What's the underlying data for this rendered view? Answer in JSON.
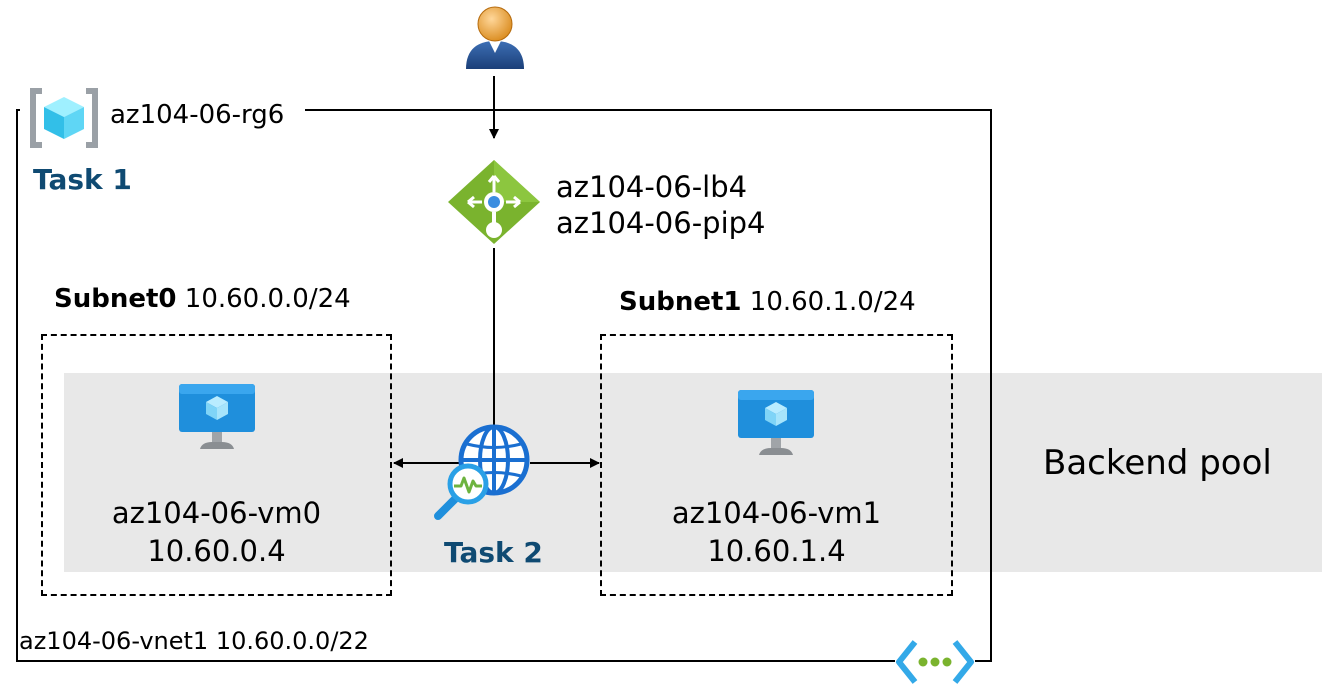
{
  "resource_group": {
    "name": "az104-06-rg6",
    "task_label": "Task 1"
  },
  "load_balancer": {
    "name": "az104-06-lb4",
    "public_ip": "az104-06-pip4"
  },
  "subnet0": {
    "name": "Subnet0",
    "cidr": "10.60.0.0/24"
  },
  "subnet1": {
    "name": "Subnet1",
    "cidr": "10.60.1.0/24"
  },
  "vm0": {
    "name": "az104-06-vm0",
    "ip": "10.60.0.4"
  },
  "vm1": {
    "name": "az104-06-vm1",
    "ip": "10.60.1.4"
  },
  "network_watcher": {
    "task_label": "Task 2"
  },
  "backend_pool": {
    "label": "Backend pool"
  },
  "vnet": {
    "label": "az104-06-vnet1 10.60.0.0/22"
  },
  "colors": {
    "task": "#0f4a72",
    "lb_green": "#7ab32e",
    "vm_blue": "#1f8fdc",
    "globe_blue": "#1a6fd1",
    "band": "#e8e8e8"
  },
  "icons": {
    "user": "user-icon",
    "resource_group": "resource-group-icon",
    "load_balancer": "load-balancer-icon",
    "vm": "virtual-machine-icon",
    "network_watcher": "network-watcher-icon",
    "vnet": "virtual-network-icon"
  }
}
